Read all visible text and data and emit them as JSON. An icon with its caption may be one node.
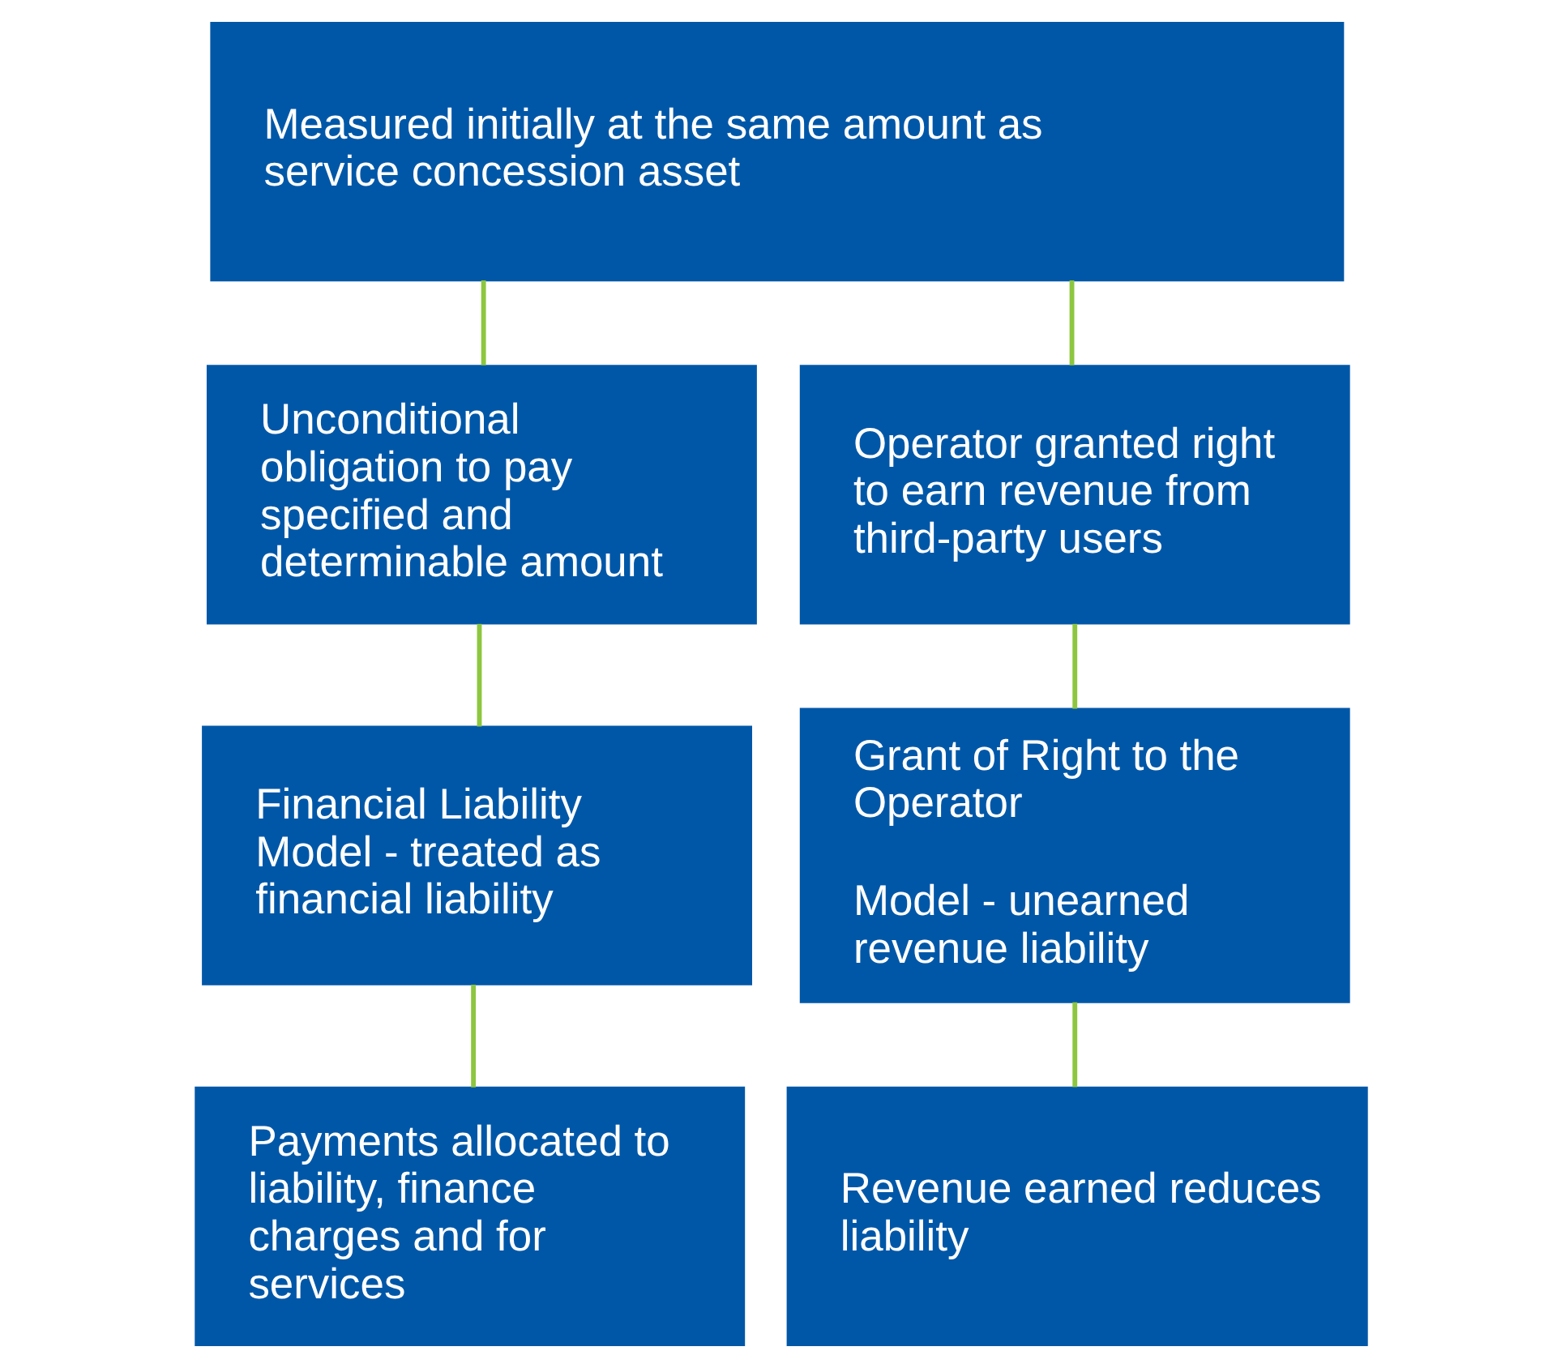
{
  "diagram": {
    "nodes": [
      {
        "text": [
          "Measured initially at the same amount as service concession asset"
        ]
      },
      {
        "text": [
          "Unconditional obligation to pay specified and determinable amount"
        ]
      },
      {
        "text": [
          "Operator granted right to earn revenue from third-party users"
        ]
      },
      {
        "text": [
          "Financial Liability Model - treated as financial liability"
        ]
      },
      {
        "text": [
          "Grant of Right to the Operator",
          "Model - unearned revenue liability"
        ]
      },
      {
        "text": [
          "Payments allocated to liability, finance charges and for services"
        ]
      },
      {
        "text": [
          "Revenue earned reduces liability"
        ]
      }
    ],
    "edges": [
      {
        "from": 0,
        "to": 1,
        "arrow": "none"
      },
      {
        "from": 0,
        "to": 2,
        "arrow": "none"
      },
      {
        "from": 1,
        "to": 3,
        "arrow": "none"
      },
      {
        "from": 2,
        "to": 4,
        "arrow": "none"
      },
      {
        "from": 3,
        "to": 5,
        "arrow": "none"
      },
      {
        "from": 4,
        "to": 6,
        "arrow": "none"
      }
    ]
  }
}
